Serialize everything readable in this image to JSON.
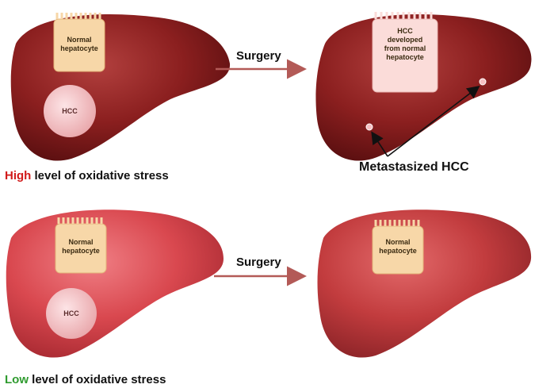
{
  "panels": {
    "top_left": {
      "cell_label": "Normal\nhepatocyte",
      "tumor_label": "HCC"
    },
    "top_right": {
      "cell_label": "HCC\ndeveloped\nfrom normal\nhepatocyte",
      "metastasis_label": "Metastasized HCC"
    },
    "bottom_left": {
      "cell_label": "Normal\nhepatocyte",
      "tumor_label": "HCC"
    },
    "bottom_right": {
      "cell_label": "Normal\nhepatocyte"
    }
  },
  "arrows": {
    "top_label": "Surgery",
    "bottom_label": "Surgery"
  },
  "captions": {
    "high": {
      "highlight": "High",
      "rest": " level of oxidative stress"
    },
    "low": {
      "highlight": "Low",
      "rest": " level of oxidative stress"
    }
  },
  "colors": {
    "liver_dark": "#8b1c1c",
    "liver_light": "#d9484f",
    "high_text": "#d11a1a",
    "low_text": "#2f9b2f",
    "arrow": "#b35a57",
    "cell_fill": "#f7d7a8",
    "hcc_fill": "#f3c2c4"
  }
}
